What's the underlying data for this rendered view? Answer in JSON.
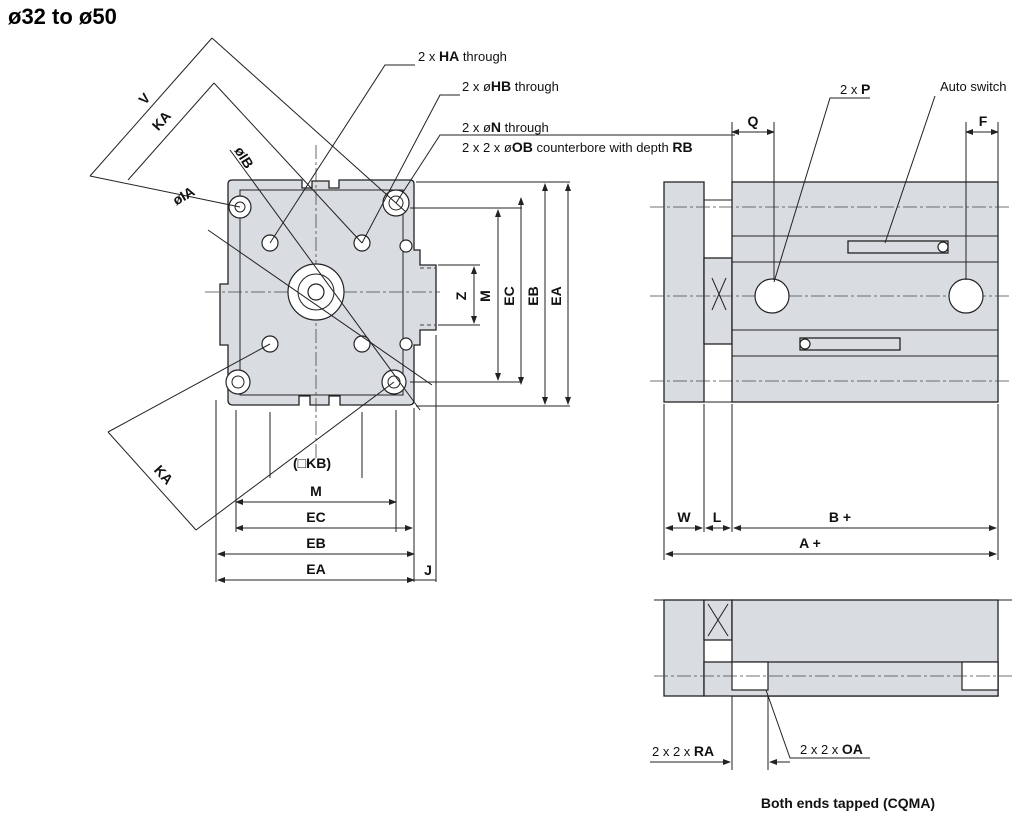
{
  "title": "ø32 to ø50",
  "labels": {
    "ha_prefix": "2 x ",
    "ha_bold": "HA",
    "ha_suffix": " through",
    "hb_prefix": "2 x ø",
    "hb_bold": "HB",
    "hb_suffix": " through",
    "n_prefix": "2 x ø",
    "n_bold": "N",
    "n_suffix": " through",
    "ob_prefix": "2 x 2 x ø",
    "ob_bold": "OB",
    "ob_mid": " counterbore with depth ",
    "ob_bold2": "RB",
    "p_prefix": "2 x ",
    "p_bold": "P",
    "auto_switch": "Auto switch",
    "ra_prefix": "2 x 2 x ",
    "ra_bold": "RA",
    "oa_prefix": "2 x 2 x ",
    "oa_bold": "OA",
    "caption": "Both ends tapped (CQMA)"
  },
  "dims": {
    "V": "V",
    "KA_top": "KA",
    "KA_bottom": "KA",
    "IB": "øIB",
    "IA": "øIA",
    "KB": "(□KB)",
    "M_h": "M",
    "EC_h": "EC",
    "EB_h": "EB",
    "EA_h": "EA",
    "J": "J",
    "Z": "Z",
    "M_v": "M",
    "EC_v": "EC",
    "EB_v": "EB",
    "EA_v": "EA",
    "Q": "Q",
    "F": "F",
    "W": "W",
    "L": "L",
    "B": "B +",
    "A": "A +"
  }
}
